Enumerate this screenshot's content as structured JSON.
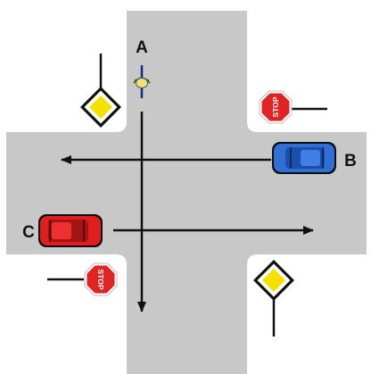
{
  "participants": {
    "a": {
      "label": "A",
      "type": "cyclist",
      "direction": "south"
    },
    "b": {
      "label": "B",
      "type": "car",
      "color": "#2f6fd6",
      "direction": "west"
    },
    "c": {
      "label": "C",
      "type": "car",
      "color": "#e01e1e",
      "direction": "east"
    }
  },
  "signs": {
    "stop_text": "STOP",
    "stop_color": "#e02424",
    "priority_road_colors": {
      "fill": "#f6e000",
      "border": "#111111",
      "background": "#ffffff"
    }
  },
  "colors": {
    "road": "#c8c8c8",
    "background": "#ffffff",
    "arrow": "#111111"
  }
}
